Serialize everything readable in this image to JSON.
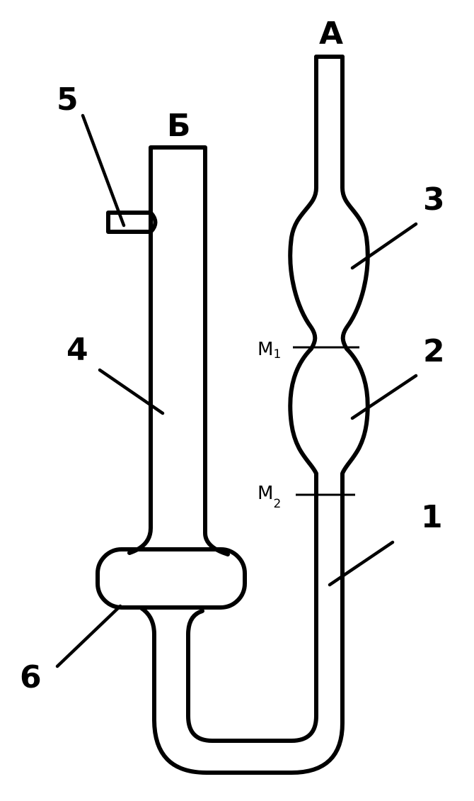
{
  "labels": {
    "top_right_opening": "A",
    "top_left_opening": "Б",
    "part_1": "1",
    "part_2": "2",
    "part_3": "3",
    "part_4": "4",
    "part_5": "5",
    "part_6": "6"
  },
  "marks": {
    "upper": {
      "base": "M",
      "sub": "1"
    },
    "lower": {
      "base": "M",
      "sub": "2"
    }
  }
}
